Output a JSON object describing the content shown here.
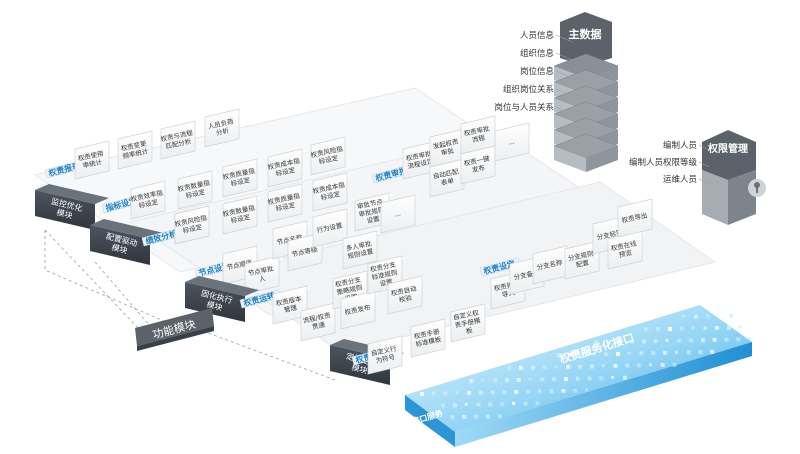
{
  "master_data": {
    "title": "主数据",
    "items": [
      "人员信息",
      "组织信息",
      "岗位信息",
      "组织岗位关系",
      "岗位与人员关系"
    ]
  },
  "authority_mgmt": {
    "title": "权限管理",
    "items": [
      "编制人员",
      "编制人员权限等级",
      "运维人员"
    ]
  },
  "rows": [
    {
      "base": "监控优化\n模块",
      "tag": "权责报表",
      "cards": [
        "权责使用\n率统计",
        "权责变更\n频率统计",
        "权责与流程\n匹配分析",
        "人员负荷\n分析"
      ]
    },
    {
      "base": "配置驱动\n模块",
      "tag": "指标设定",
      "cards": [
        "权责效率指\n标设定",
        "权责数量指\n标设定",
        "权责质量指\n标设定",
        "权责成本指\n标设定",
        "权责风险指\n标设定"
      ]
    },
    {
      "base": "",
      "tag": "绩效分析",
      "cards": [
        "权责效率指\n标设定",
        "权责数量指\n标设定",
        "权责质量指\n标设定",
        "权责成本指\n标设定",
        "权责风险指\n标设定"
      ]
    },
    {
      "base": "",
      "tag": "节点设置",
      "cards": [
        "节点顺序",
        "节点审批\n人",
        "节点名称",
        "节点等级",
        "行为设置",
        "多人审批\n规则设置",
        "审批节点\n审批规则\n设置",
        "..."
      ]
    },
    {
      "base": "固化执行\n模块",
      "tag": "权责运转",
      "cards": [
        "权责版本\n管理",
        "流程/权责\n贯通",
        "权责分支\n策略规则\n设置",
        "权责发布",
        "权责分支\n标准规则\n设置",
        "权责自动\n校验"
      ]
    },
    {
      "base": "定权定责\n模块",
      "tag": "权责编辑",
      "cards": [
        "自定义行\n为符号",
        "权责手册\n标准模板",
        "自定义权\n责手册模\n板"
      ]
    },
    {
      "base": "",
      "tag": "权责审批",
      "cards": [
        "权责审批\n流程设定",
        "发起权责\n审批",
        "权责审批\n流程",
        "自动匹配\n表单",
        "权责一键\n发布",
        "..."
      ]
    },
    {
      "base": "",
      "tag": "权责设定",
      "cards": [
        "权责批量\n导入",
        "分支备注",
        "分支名称",
        "分支规则\n配置",
        "分支标签",
        "权责在线\n预览",
        "权责导出"
      ]
    }
  ],
  "function_module": "功能模块",
  "interface_bar": "权责服务化接口",
  "interface_service": "接口服务"
}
